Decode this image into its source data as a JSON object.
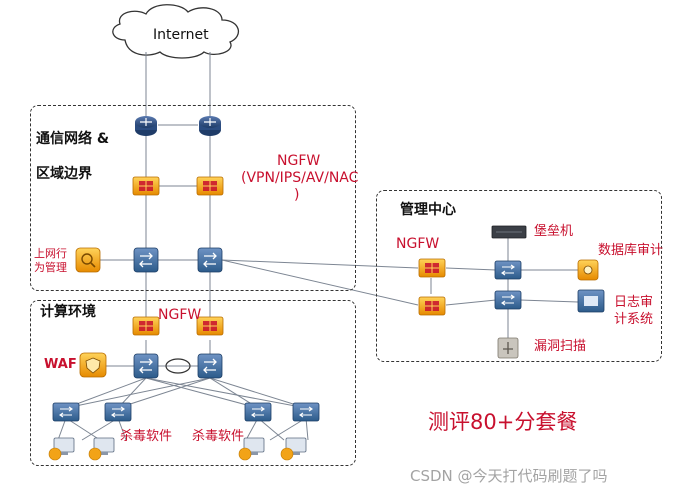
{
  "cloud": {
    "label": "Internet"
  },
  "zones": {
    "comm_boundary_line1": "通信网络 &",
    "comm_boundary_line2": "区域边界",
    "compute": "计算环境",
    "mgmt": "管理中心"
  },
  "labels": {
    "ngfw_top_line1": "NGFW",
    "ngfw_top_line2": "(VPN/IPS/AV/NAC",
    "ngfw_top_line3": ")",
    "behavior_line1": "上网行",
    "behavior_line2": "为管理",
    "ngfw_compute": "NGFW",
    "waf": "WAF",
    "antivirus_1": "杀毒软件",
    "antivirus_2": "杀毒软件",
    "ngfw_mgmt": "NGFW",
    "bastion": "堡垒机",
    "db_audit": "数据库审计",
    "log_audit_line1": "日志审",
    "log_audit_line2": "计系统",
    "vuln_scan": "漏洞扫描",
    "package": "测评80+分套餐"
  },
  "watermark": "CSDN @今天打代码刷题了吗",
  "colors": {
    "router": "#1f3c68",
    "firewall": "#f2a317",
    "switch": "#2c5b8a",
    "accent_red": "#c8102e"
  }
}
